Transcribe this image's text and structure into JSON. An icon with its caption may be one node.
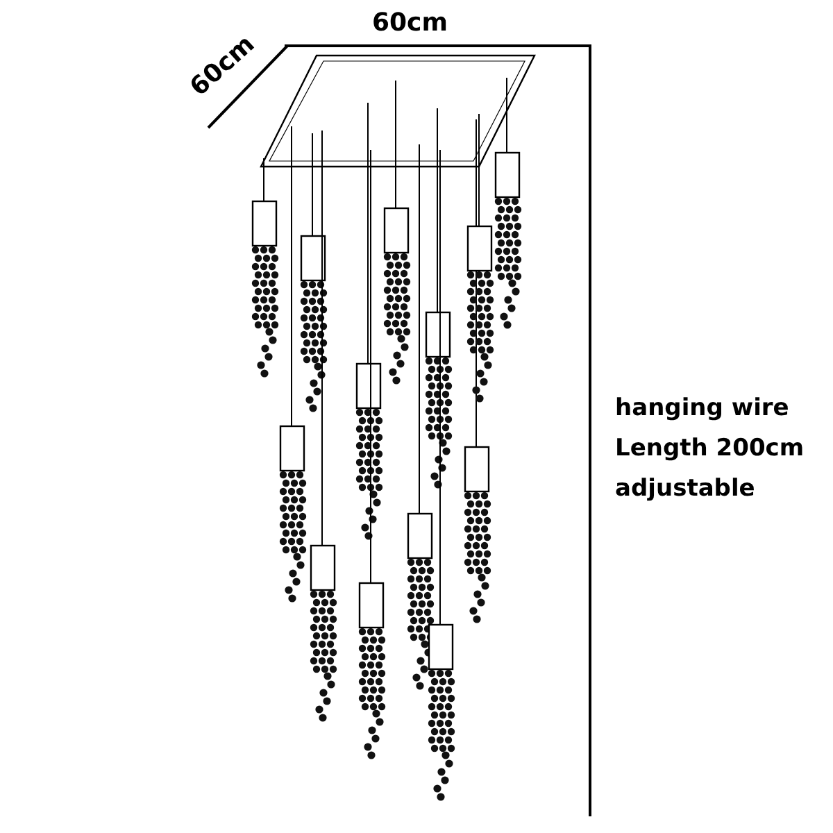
{
  "diagram": {
    "labels": [
      "60cm",
      "60cm",
      "hanging wire",
      "Length 200cm",
      "adjustable"
    ]
  }
}
